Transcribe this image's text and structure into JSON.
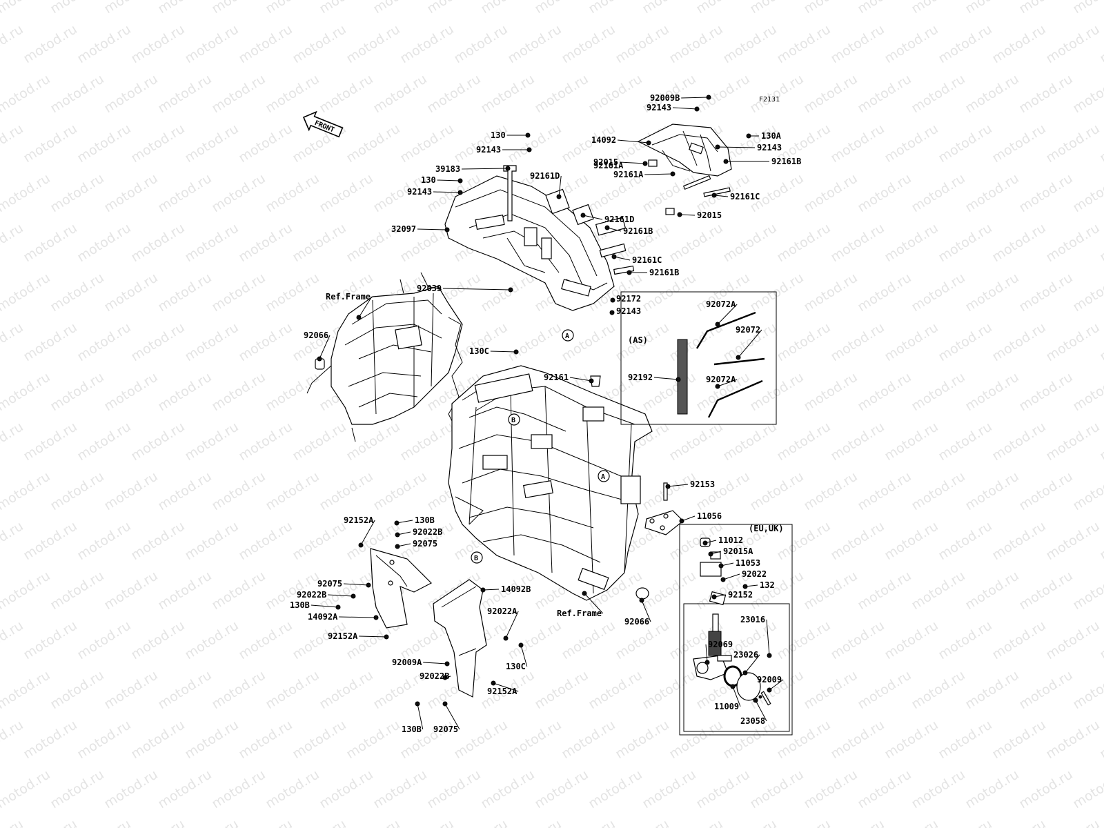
{
  "diagram_code": "F2131",
  "front_label": "FRONT",
  "watermark": "motod.ru",
  "callout_a": "A",
  "callout_b": "B",
  "box_as_label": "(AS)",
  "box_euuk_label": "(EU,UK)",
  "parts": [
    {
      "id": "p_92009B_top",
      "label": "92009B"
    },
    {
      "id": "p_92143_top",
      "label": "92143"
    },
    {
      "id": "p_130A",
      "label": "130A"
    },
    {
      "id": "p_92143_r1",
      "label": "92143"
    },
    {
      "id": "p_14092",
      "label": "14092"
    },
    {
      "id": "p_92015_a",
      "label": "92015"
    },
    {
      "id": "p_92161A_a",
      "label": "92161A"
    },
    {
      "id": "p_92161B_a",
      "label": "92161B"
    },
    {
      "id": "p_92161A_b",
      "label": "92161A"
    },
    {
      "id": "p_92161C_a",
      "label": "92161C"
    },
    {
      "id": "p_92015_b",
      "label": "92015"
    },
    {
      "id": "p_130_a",
      "label": "130"
    },
    {
      "id": "p_92143_a",
      "label": "92143"
    },
    {
      "id": "p_39183",
      "label": "39183"
    },
    {
      "id": "p_92161D_a",
      "label": "92161D"
    },
    {
      "id": "p_130_b",
      "label": "130"
    },
    {
      "id": "p_92143_b",
      "label": "92143"
    },
    {
      "id": "p_92161D_b",
      "label": "92161D"
    },
    {
      "id": "p_32097",
      "label": "32097"
    },
    {
      "id": "p_92161B_b",
      "label": "92161B"
    },
    {
      "id": "p_92161C_b",
      "label": "92161C"
    },
    {
      "id": "p_92161B_c",
      "label": "92161B"
    },
    {
      "id": "p_92039",
      "label": "92039"
    },
    {
      "id": "p_92172",
      "label": "92172"
    },
    {
      "id": "p_92143_c",
      "label": "92143"
    },
    {
      "id": "p_ref_frame_a",
      "label": "Ref.Frame"
    },
    {
      "id": "p_92066_a",
      "label": "92066"
    },
    {
      "id": "p_130C_a",
      "label": "130C"
    },
    {
      "id": "p_92072A_a",
      "label": "92072A"
    },
    {
      "id": "p_92072",
      "label": "92072"
    },
    {
      "id": "p_92161",
      "label": "92161"
    },
    {
      "id": "p_92192",
      "label": "92192"
    },
    {
      "id": "p_92072A_b",
      "label": "92072A"
    },
    {
      "id": "p_92153",
      "label": "92153"
    },
    {
      "id": "p_11056",
      "label": "11056"
    },
    {
      "id": "p_92152A_a",
      "label": "92152A"
    },
    {
      "id": "p_130B_a",
      "label": "130B"
    },
    {
      "id": "p_92022B_a",
      "label": "92022B"
    },
    {
      "id": "p_92075_a",
      "label": "92075"
    },
    {
      "id": "p_11012",
      "label": "11012"
    },
    {
      "id": "p_92015A",
      "label": "92015A"
    },
    {
      "id": "p_11053",
      "label": "11053"
    },
    {
      "id": "p_92022",
      "label": "92022"
    },
    {
      "id": "p_132",
      "label": "132"
    },
    {
      "id": "p_92152",
      "label": "92152"
    },
    {
      "id": "p_92075_b",
      "label": "92075"
    },
    {
      "id": "p_92022B_b",
      "label": "92022B"
    },
    {
      "id": "p_130B_b",
      "label": "130B"
    },
    {
      "id": "p_14092A",
      "label": "14092A"
    },
    {
      "id": "p_14092B",
      "label": "14092B"
    },
    {
      "id": "p_92022A",
      "label": "92022A"
    },
    {
      "id": "p_ref_frame_b",
      "label": "Ref.Frame"
    },
    {
      "id": "p_92066_b",
      "label": "92066"
    },
    {
      "id": "p_23016",
      "label": "23016"
    },
    {
      "id": "p_92152A_b",
      "label": "92152A"
    },
    {
      "id": "p_92069",
      "label": "92069"
    },
    {
      "id": "p_23026",
      "label": "23026"
    },
    {
      "id": "p_130C_b",
      "label": "130C"
    },
    {
      "id": "p_92009A",
      "label": "92009A"
    },
    {
      "id": "p_92009",
      "label": "92009"
    },
    {
      "id": "p_92022B_c",
      "label": "92022B"
    },
    {
      "id": "p_11009",
      "label": "11009"
    },
    {
      "id": "p_92152A_c",
      "label": "92152A"
    },
    {
      "id": "p_23058",
      "label": "23058"
    },
    {
      "id": "p_130B_c",
      "label": "130B"
    },
    {
      "id": "p_92075_c",
      "label": "92075"
    }
  ]
}
